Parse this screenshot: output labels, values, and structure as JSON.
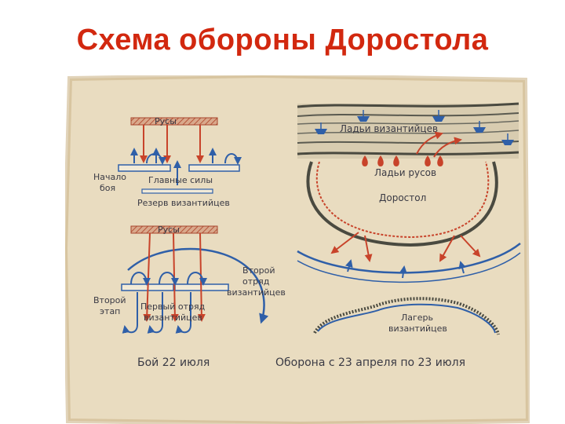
{
  "title": "Схема обороны Доростола",
  "labels": {
    "rusy_1": "Русы",
    "rusy_2": "Русы",
    "start_line1": "Начало",
    "start_line2": "боя",
    "main_forces": "Главные силы",
    "reserve": "Резерв византийцев",
    "second_line1": "Второй",
    "second_line2": "этап",
    "first_det_line1": "Первый отряд",
    "first_det_line2": "византийцев",
    "second_det_line1": "Второй",
    "second_det_line2": "отряд",
    "second_det_line3": "византийцев",
    "byz_boats": "Ладьи византийцев",
    "rus_boats": "Ладьи русов",
    "city": "Доростол",
    "camp_line1": "Лагерь",
    "camp_line2": "византийцев",
    "battle_date": "Бой 22 июля",
    "defense_dates": "Оборона с 23 апреля по 23 июля"
  },
  "colors": {
    "title": "#d2280f",
    "parchment": "#e9dcc0",
    "rus": "#c8432a",
    "byz": "#2f5fa8",
    "wall": "#4a4a40",
    "text": "#3a3a44"
  }
}
